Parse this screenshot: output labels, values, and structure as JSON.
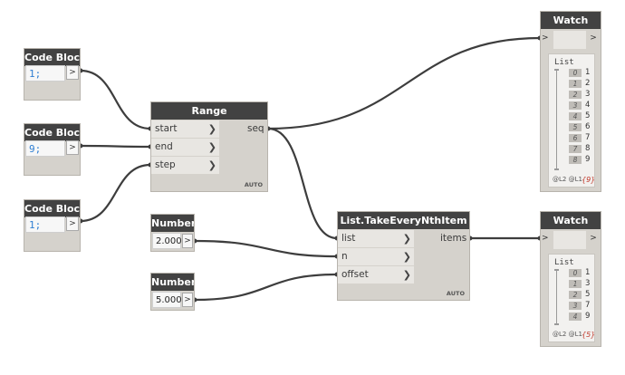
{
  "code_blocks": [
    {
      "title": "Code Block",
      "code": "1;",
      "out": ">"
    },
    {
      "title": "Code Block",
      "code": "9;",
      "out": ">"
    },
    {
      "title": "Code Block",
      "code": "1;",
      "out": ">"
    }
  ],
  "numbers": [
    {
      "title": "Number",
      "value": "2.000",
      "out": ">"
    },
    {
      "title": "Number",
      "value": "5.000",
      "out": ">"
    }
  ],
  "range": {
    "title": "Range",
    "inputs": [
      "start",
      "end",
      "step"
    ],
    "output": "seq",
    "lacing": "AUTO"
  },
  "take": {
    "title": "List.TakeEveryNthItem",
    "inputs": [
      "list",
      "n",
      "offset"
    ],
    "output": "items",
    "lacing": "AUTO"
  },
  "chevron": "❯",
  "watch_top": {
    "title": "Watch",
    "in": ">",
    "out": ">",
    "list_label": "List",
    "items": [
      {
        "i": "0",
        "v": "1"
      },
      {
        "i": "1",
        "v": "2"
      },
      {
        "i": "2",
        "v": "3"
      },
      {
        "i": "3",
        "v": "4"
      },
      {
        "i": "4",
        "v": "5"
      },
      {
        "i": "5",
        "v": "6"
      },
      {
        "i": "6",
        "v": "7"
      },
      {
        "i": "7",
        "v": "8"
      },
      {
        "i": "8",
        "v": "9"
      }
    ],
    "levels": "@L2 @L1",
    "count": "{9}"
  },
  "watch_bottom": {
    "title": "Watch",
    "in": ">",
    "out": ">",
    "list_label": "List",
    "items": [
      {
        "i": "0",
        "v": "1"
      },
      {
        "i": "1",
        "v": "3"
      },
      {
        "i": "2",
        "v": "5"
      },
      {
        "i": "3",
        "v": "7"
      },
      {
        "i": "4",
        "v": "9"
      }
    ],
    "levels": "@L2 @L1",
    "count": "{5}"
  },
  "colors": {
    "wire": "#3d3d3d",
    "header": "#424242",
    "node_body": "#d5d2cc",
    "code_text": "#2f7fd3",
    "count": "#c0392b"
  }
}
